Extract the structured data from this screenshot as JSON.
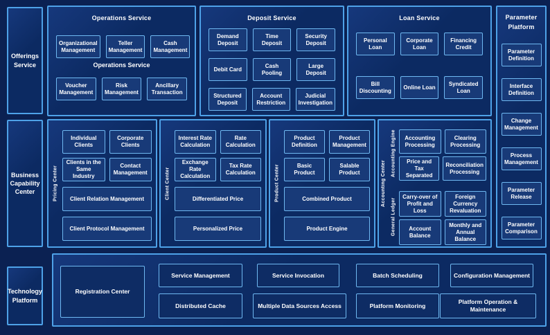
{
  "colors": {
    "page_bg": "#0B2152",
    "panel_bg": "#0C2A62",
    "panel_sheen": "#16387C",
    "panel_border": "#4EA2E8",
    "box_bg": "#183A78",
    "box_bg_dark": "#0E2C64",
    "box_border": "#6FB9F2",
    "text_color": "#FFFFFF"
  },
  "sidebar": {
    "offerings": "Offerings Service",
    "business": "Business Capability Center",
    "technology": "Technology Platform"
  },
  "operations": {
    "title": "Operations Service",
    "mid_label": "Operations Service",
    "row1": [
      "Organizational Management",
      "Teller Management",
      "Cash Management"
    ],
    "row2": [
      "Voucher Management",
      "Risk Management",
      "Ancillary Transaction"
    ]
  },
  "deposit": {
    "title": "Deposit Service",
    "rows": [
      [
        "Demand Deposit",
        "Time Deposit",
        "Security Deposit"
      ],
      [
        "Debit Card",
        "Cash Pooling",
        "Large Deposit"
      ],
      [
        "Structured Deposit",
        "Account Restriction",
        "Judicial Investigation"
      ]
    ]
  },
  "loan": {
    "title": "Loan Service",
    "rows": [
      [
        "Personal Loan",
        "Corporate Loan",
        "Financing Credit"
      ],
      [
        "Bill Discounting",
        "Online Loan",
        "Syndicated Loan"
      ]
    ]
  },
  "parameter_platform": {
    "title": "Parameter Platform",
    "items": [
      "Parameter Definition",
      "Interface Definition",
      "Change Management",
      "Process Management",
      "Parameter Release",
      "Parameter Comparison"
    ]
  },
  "pricing_center": {
    "label": "Pricing Center",
    "grid": [
      [
        "Individual Clients",
        "Corporate Clients"
      ],
      [
        "Clients in the Same Industry",
        "Contact Management"
      ]
    ],
    "wide": [
      "Client Relation Management",
      "Client Protocol Management"
    ]
  },
  "client_center": {
    "label": "Client Center",
    "grid": [
      [
        "Interest Rate Calculation",
        "Rate Calculation"
      ],
      [
        "Exchange Rate Calculation",
        "Tax Rate Calculation"
      ]
    ],
    "wide": [
      "Differentiated Price",
      "Personalized Price"
    ]
  },
  "product_center": {
    "label": "Product Center",
    "grid": [
      [
        "Product Definition",
        "Product Management"
      ],
      [
        "Basic Product",
        "Salable Product"
      ]
    ],
    "wide": [
      "Combined Product",
      "Product Engine"
    ]
  },
  "accounting_center": {
    "label": "Accounting Center",
    "engine": {
      "label": "Accounting Engine",
      "boxes": [
        [
          "Accounting Processing",
          "Clearing Processing"
        ],
        [
          "Price and Tax Separated",
          "Reconciliation Processing"
        ]
      ]
    },
    "ledger": {
      "label": "General Ledger",
      "boxes": [
        [
          "Carry-over of Profit and Loss",
          "Foreign Currency Revaluation"
        ],
        [
          "Account Balance",
          "Monthly and Annual Balance"
        ]
      ]
    }
  },
  "technology_platform": {
    "registration": "Registration Center",
    "row1": [
      "Service Management",
      "Service Invocation",
      "Batch Scheduling",
      "Configuration Management"
    ],
    "row2": [
      "Distributed Cache",
      "Multiple Data Sources Access",
      "Platform Monitoring",
      "Platform Operation & Maintenance"
    ]
  }
}
